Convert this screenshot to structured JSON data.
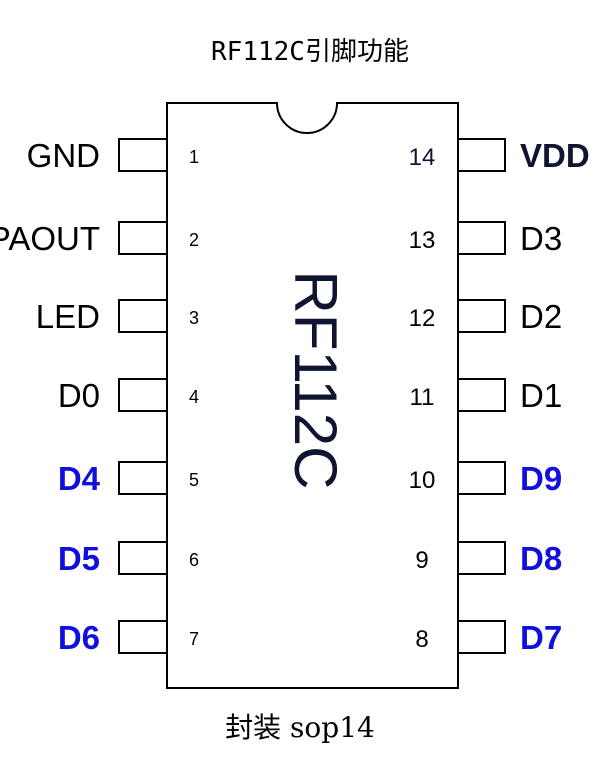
{
  "title": "RF112C引脚功能",
  "chip_label": "RF112C",
  "footer": "封装 sop14",
  "colors": {
    "black": "#000000",
    "navy": "#0f1430",
    "blue": "#1010dd"
  },
  "left_pins": [
    {
      "num": "1",
      "name": "GND",
      "color": "black"
    },
    {
      "num": "2",
      "name": "PAOUT",
      "color": "black"
    },
    {
      "num": "3",
      "name": "LED",
      "color": "black"
    },
    {
      "num": "4",
      "name": "D0",
      "color": "black"
    },
    {
      "num": "5",
      "name": "D4",
      "color": "blue"
    },
    {
      "num": "6",
      "name": "D5",
      "color": "blue"
    },
    {
      "num": "7",
      "name": "D6",
      "color": "blue"
    }
  ],
  "right_pins": [
    {
      "num": "14",
      "name": "VDD",
      "color": "navy"
    },
    {
      "num": "13",
      "name": "D3",
      "color": "black"
    },
    {
      "num": "12",
      "name": "D2",
      "color": "black"
    },
    {
      "num": "11",
      "name": "D1",
      "color": "black"
    },
    {
      "num": "10",
      "name": "D9",
      "color": "blue"
    },
    {
      "num": "9",
      "name": "D8",
      "color": "blue"
    },
    {
      "num": "8",
      "name": "D7",
      "color": "blue"
    }
  ]
}
